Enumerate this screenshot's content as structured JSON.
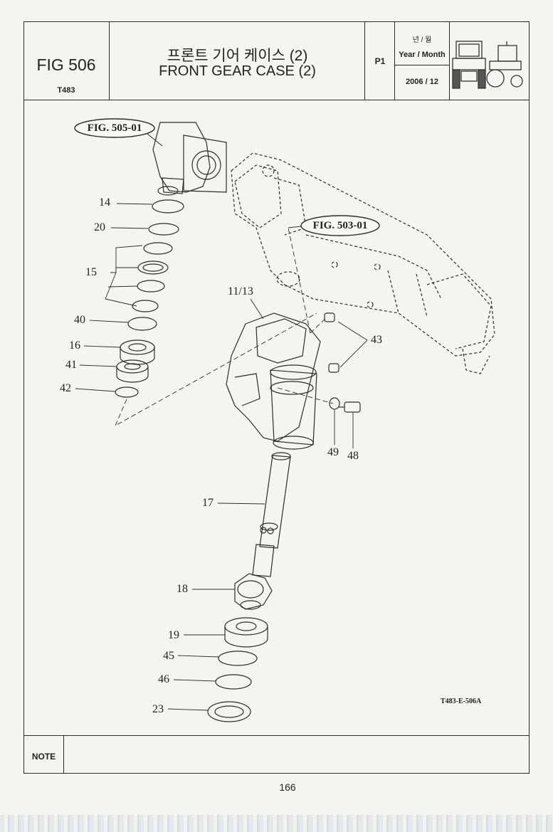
{
  "header": {
    "fig_number": "FIG 506",
    "model_code": "T483",
    "title_ko": "프론트 기어 케이스 (2)",
    "title_en": "FRONT GEAR CASE (2)",
    "page_code": "P1",
    "year_month_ko": "년 / 월",
    "year_month_en": "Year / Month",
    "date": "2006 / 12"
  },
  "figure_refs": {
    "ref_a": "FIG. 505-01",
    "ref_b": "FIG. 503-01"
  },
  "callouts": {
    "c14": "14",
    "c20": "20",
    "c15": "15",
    "c40": "40",
    "c16": "16",
    "c41": "41",
    "c42": "42",
    "c1113": "11/13",
    "c43": "43",
    "c49": "49",
    "c48": "48",
    "c17": "17",
    "c18": "18",
    "c19": "19",
    "c45": "45",
    "c46": "46",
    "c23": "23"
  },
  "drawing_code": "T483-E-506A",
  "footer": {
    "note_label": "NOTE",
    "page_number": "166"
  }
}
